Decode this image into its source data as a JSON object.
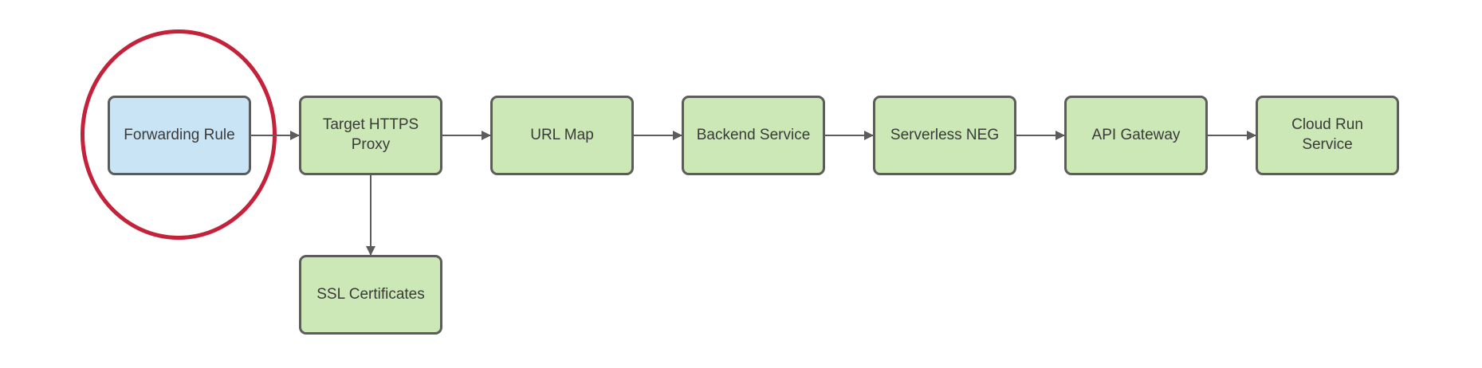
{
  "colors": {
    "node-green-fill": "#cbe8b6",
    "node-blue-fill": "#c9e4f5",
    "node-border": "#5c5c5c",
    "arrow": "#5c5c5c",
    "highlight": "#c3223a",
    "text": "#3a3a3a",
    "canvas-bg": "#ffffff"
  },
  "diagram": {
    "nodes": [
      {
        "label": "Forwarding Rule",
        "fill": "blue",
        "highlighted": true
      },
      {
        "label": "Target HTTPS Proxy",
        "fill": "green",
        "highlighted": false
      },
      {
        "label": "URL Map",
        "fill": "green",
        "highlighted": false
      },
      {
        "label": "Backend Service",
        "fill": "green",
        "highlighted": false
      },
      {
        "label": "Serverless NEG",
        "fill": "green",
        "highlighted": false
      },
      {
        "label": "API Gateway",
        "fill": "green",
        "highlighted": false
      },
      {
        "label": "Cloud Run Service",
        "fill": "green",
        "highlighted": false
      },
      {
        "label": "SSL Certificates",
        "fill": "green",
        "highlighted": false
      }
    ],
    "edges": [
      {
        "from": "Forwarding Rule",
        "to": "Target HTTPS Proxy",
        "direction": "right"
      },
      {
        "from": "Target HTTPS Proxy",
        "to": "URL Map",
        "direction": "right"
      },
      {
        "from": "URL Map",
        "to": "Backend Service",
        "direction": "right"
      },
      {
        "from": "Backend Service",
        "to": "Serverless NEG",
        "direction": "right"
      },
      {
        "from": "Serverless NEG",
        "to": "API Gateway",
        "direction": "right"
      },
      {
        "from": "API Gateway",
        "to": "Cloud Run Service",
        "direction": "right"
      },
      {
        "from": "Target HTTPS Proxy",
        "to": "SSL Certificates",
        "direction": "down"
      }
    ],
    "annotations": [
      {
        "type": "ellipse-highlight",
        "around": "Forwarding Rule",
        "color": "#c3223a"
      }
    ]
  }
}
